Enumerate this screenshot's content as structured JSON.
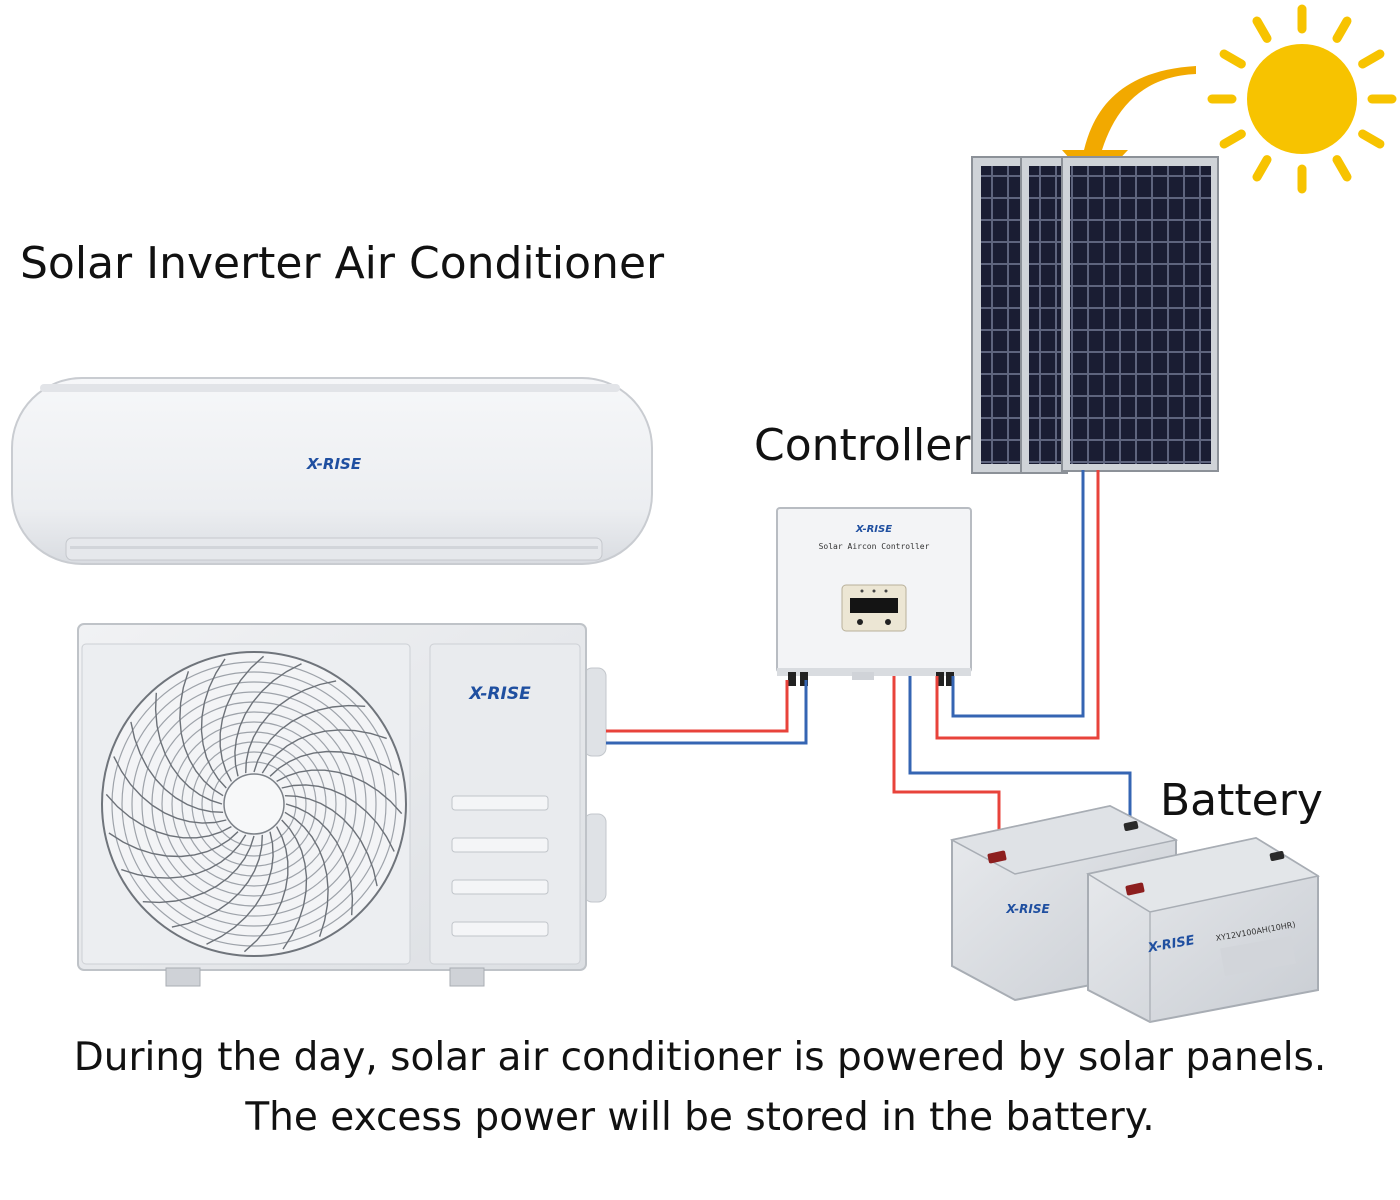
{
  "title": "Solar Inverter Air Conditioner",
  "controller_label": "Controller",
  "battery_label": "Battery",
  "brand": "X-RISE",
  "controller_device_text": "Solar Aircon Controller",
  "battery_model": "XY12V100AH(10HR)",
  "caption_line1": "During the day, solar air conditioner is powered by solar panels.",
  "caption_line2": "The excess power will be stored in the battery.",
  "colors": {
    "positive_wire": "#e8433b",
    "negative_wire": "#3565b3",
    "sun": "#f7c300",
    "arrow": "#f2a900",
    "brand": "#1f4fa0"
  }
}
